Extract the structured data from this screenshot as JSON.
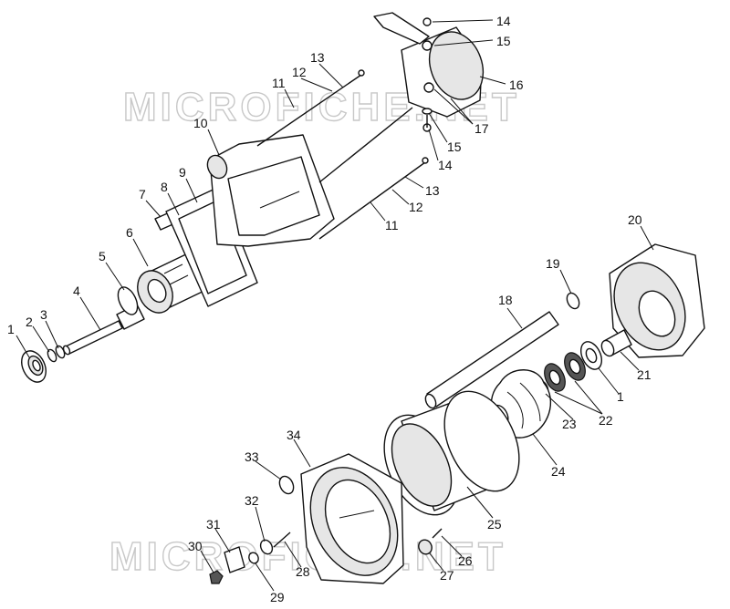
{
  "watermark": {
    "top_text": "MICROFICHE.NET",
    "bottom_text": "MICROFICHE.NET"
  },
  "callouts": [
    {
      "id": "c1a",
      "label": "1"
    },
    {
      "id": "c2",
      "label": "2"
    },
    {
      "id": "c3",
      "label": "3"
    },
    {
      "id": "c4",
      "label": "4"
    },
    {
      "id": "c5",
      "label": "5"
    },
    {
      "id": "c6",
      "label": "6"
    },
    {
      "id": "c7",
      "label": "7"
    },
    {
      "id": "c8",
      "label": "8"
    },
    {
      "id": "c9",
      "label": "9"
    },
    {
      "id": "c10",
      "label": "10"
    },
    {
      "id": "c11a",
      "label": "11"
    },
    {
      "id": "c12a",
      "label": "12"
    },
    {
      "id": "c13a",
      "label": "13"
    },
    {
      "id": "c14a",
      "label": "14"
    },
    {
      "id": "c15a",
      "label": "15"
    },
    {
      "id": "c16",
      "label": "16"
    },
    {
      "id": "c17",
      "label": "17"
    },
    {
      "id": "c15b",
      "label": "15"
    },
    {
      "id": "c14b",
      "label": "14"
    },
    {
      "id": "c13b",
      "label": "13"
    },
    {
      "id": "c12b",
      "label": "12"
    },
    {
      "id": "c11b",
      "label": "11"
    },
    {
      "id": "c18",
      "label": "18"
    },
    {
      "id": "c19",
      "label": "19"
    },
    {
      "id": "c20",
      "label": "20"
    },
    {
      "id": "c21",
      "label": "21"
    },
    {
      "id": "c1b",
      "label": "1"
    },
    {
      "id": "c22",
      "label": "22"
    },
    {
      "id": "c23",
      "label": "23"
    },
    {
      "id": "c24",
      "label": "24"
    },
    {
      "id": "c25",
      "label": "25"
    },
    {
      "id": "c26",
      "label": "26"
    },
    {
      "id": "c27",
      "label": "27"
    },
    {
      "id": "c28",
      "label": "28"
    },
    {
      "id": "c29",
      "label": "29"
    },
    {
      "id": "c30",
      "label": "30"
    },
    {
      "id": "c31",
      "label": "31"
    },
    {
      "id": "c32",
      "label": "32"
    },
    {
      "id": "c33",
      "label": "33"
    },
    {
      "id": "c34",
      "label": "34"
    }
  ]
}
